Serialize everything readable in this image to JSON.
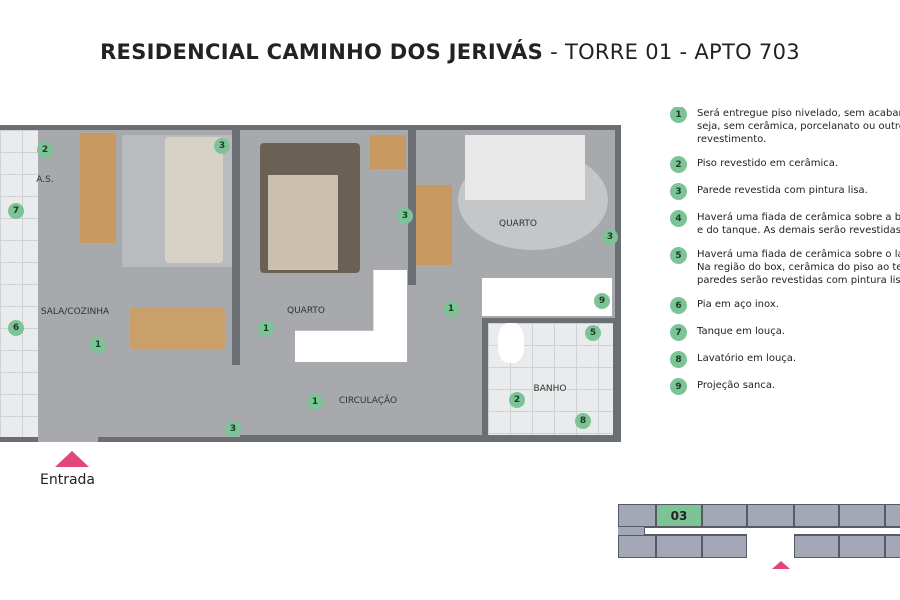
{
  "title": {
    "bold": "RESIDENCIAL CAMINHO DOS JERIVÁS",
    "rest": " - TORRE 01 - APTO 703"
  },
  "rooms": {
    "as": "A.S.",
    "sala": "SALA/COZINHA",
    "quarto1": "QUARTO",
    "quarto2": "QUARTO",
    "circ": "CIRCULAÇÃO",
    "banho": "BANHO"
  },
  "markers": [
    "2",
    "7",
    "6",
    "1",
    "3",
    "1",
    "3",
    "1",
    "3",
    "9",
    "5",
    "1",
    "2",
    "8",
    "3"
  ],
  "legend": [
    {
      "n": "1",
      "text": "Será entregue piso nivelado, sem acabam\nseja, sem cerâmica, porcelanato ou outro\nrevestimento."
    },
    {
      "n": "2",
      "text": "Piso revestido em cerâmica."
    },
    {
      "n": "3",
      "text": "Parede revestida com pintura lisa."
    },
    {
      "n": "4",
      "text": "Haverá uma fiada de cerâmica sobre a bo\ne do tanque. As demais serão revestidas c"
    },
    {
      "n": "5",
      "text": "Haverá uma fiada de cerâmica sobre o la\nNa região do box, cerâmica do piso ao te\nparedes serão revestidas com pintura lisa"
    },
    {
      "n": "6",
      "text": "Pia em aço inox."
    },
    {
      "n": "7",
      "text": "Tanque em louça."
    },
    {
      "n": "8",
      "text": "Lavatório em louça."
    },
    {
      "n": "9",
      "text": "Projeção sanca."
    }
  ],
  "entrance": "Entrada",
  "keyplan": {
    "unit": "03",
    "highlight": "#7cc495"
  },
  "colors": {
    "marker": "#7cc495",
    "entrance": "#e0457b",
    "wall": "#6b6e72",
    "floor": "#a7a9ac"
  }
}
